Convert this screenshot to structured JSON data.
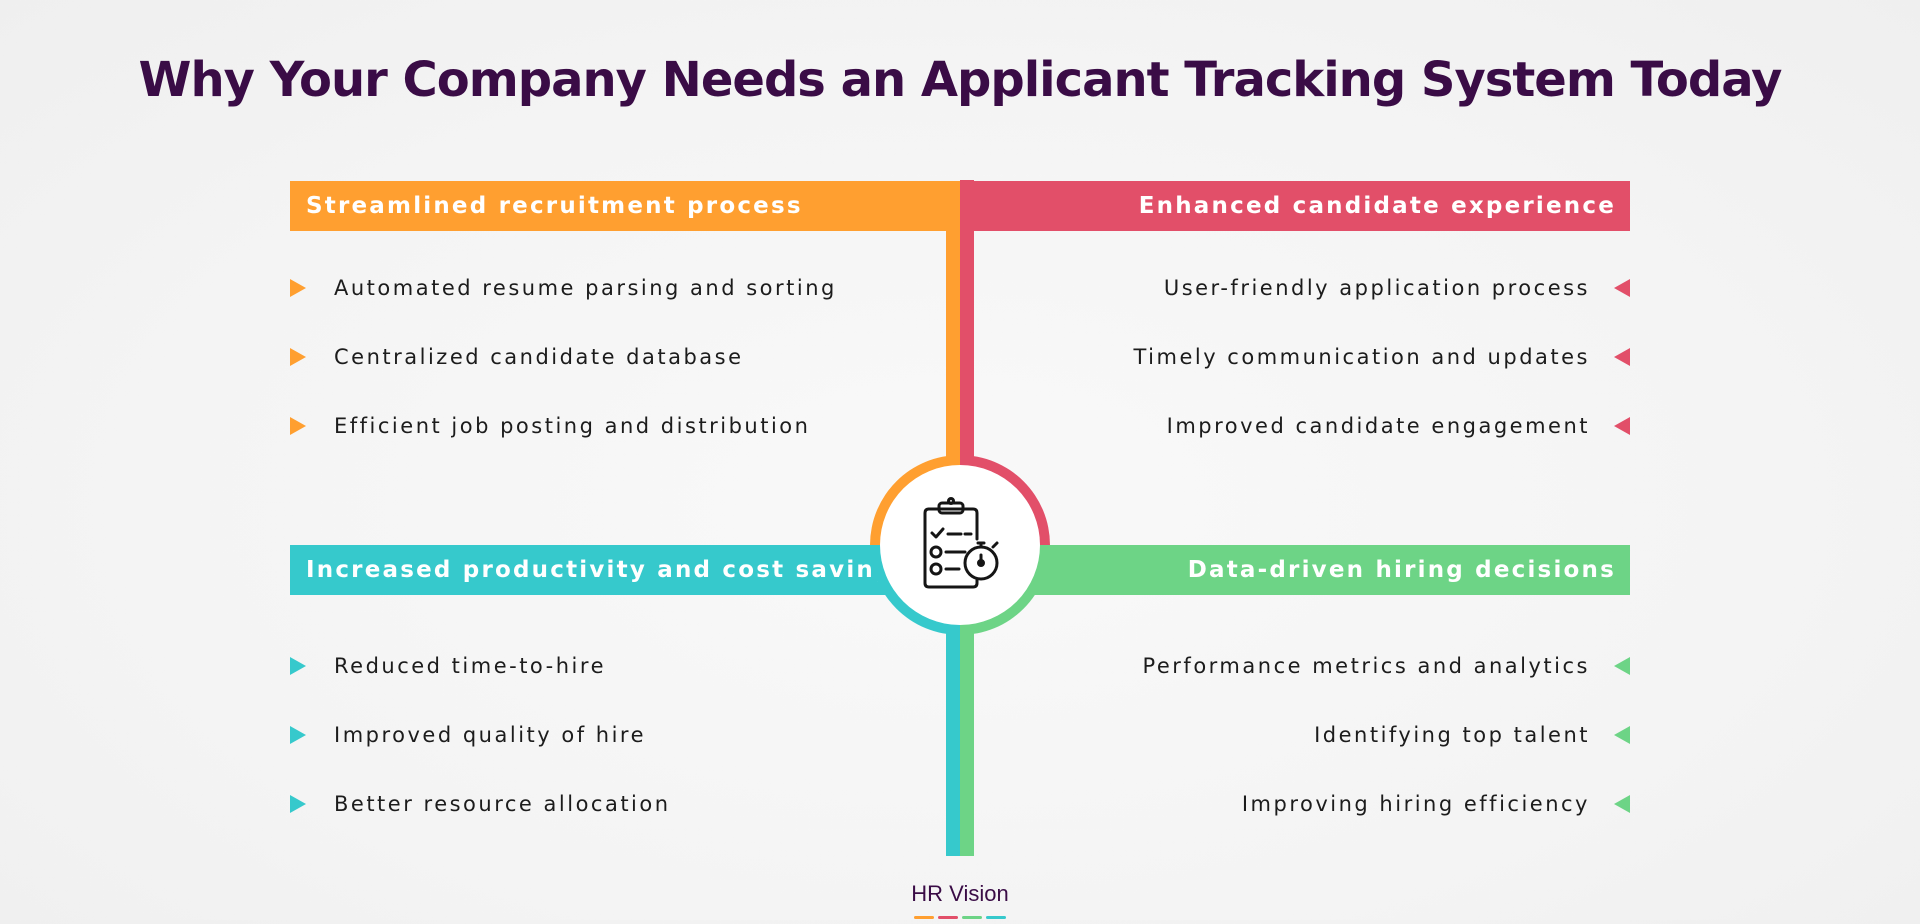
{
  "title": "Why Your Company Needs an Applicant Tracking System Today",
  "colors": {
    "orange": "#ff9f30",
    "red": "#e24f69",
    "teal": "#36c9cc",
    "green": "#6dd486",
    "title": "#3a0c46"
  },
  "center_icon": "clipboard-checklist-stopwatch-icon",
  "quadrants": {
    "top_left": {
      "header": "Streamlined recruitment process",
      "items": [
        "Automated resume parsing and sorting",
        "Centralized candidate database",
        "Efficient job posting and distribution"
      ]
    },
    "top_right": {
      "header": "Enhanced candidate experience",
      "items": [
        "User-friendly application process",
        "Timely communication and updates",
        "Improved candidate engagement"
      ]
    },
    "bottom_left": {
      "header": "Increased productivity and cost savings",
      "items": [
        "Reduced time-to-hire",
        "Improved quality of hire",
        "Better resource allocation"
      ]
    },
    "bottom_right": {
      "header": "Data-driven hiring decisions",
      "items": [
        "Performance metrics and analytics",
        "Identifying top talent",
        "Improving hiring efficiency"
      ]
    }
  },
  "logo": {
    "text": "HR Vision"
  }
}
